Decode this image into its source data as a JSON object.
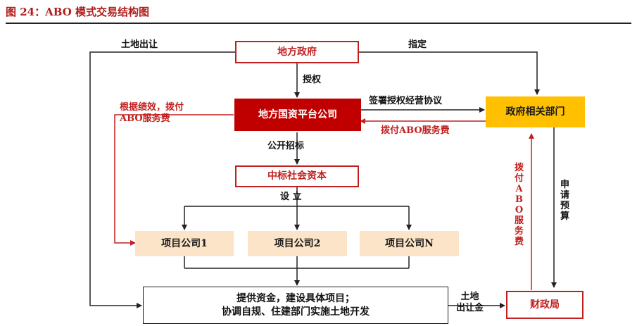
{
  "figure": {
    "title": "图 24：ABO 模式交易结构图"
  },
  "nodes": {
    "local_gov": "地方政府",
    "platform": "地方国资平台公司",
    "gov_dept": "政府相关部门",
    "social_capital": "中标社会资本",
    "project_1": "项目公司1",
    "project_2": "项目公司2",
    "project_n": "项目公司N",
    "bottom_line1": "提供资金，建设具体项目；",
    "bottom_line2": "协调自规、住建部门实施土地开发",
    "finance": "财政局"
  },
  "edge_labels": {
    "land_transfer_top": "土地出让",
    "designate": "指定",
    "authorize": "授权",
    "sign_agreement": "签署授权经营协议",
    "pay_abo_horizontal": "拨付ABO服务费",
    "pay_by_performance_line1": "根据绩效，拨付",
    "pay_by_performance_line2": "ABO服务费",
    "public_tender": "公开招标",
    "establish": "设 立",
    "pay_abo_vertical": "拨付ABO服务费",
    "apply_budget": "申请预算",
    "land_transfer_fee_line1": "土地",
    "land_transfer_fee_line2": "出让金"
  },
  "colors": {
    "red": "#c0201f",
    "dark_red": "#c00000",
    "orange": "#ffc000",
    "beige": "#fce4c8",
    "black": "#222222"
  }
}
